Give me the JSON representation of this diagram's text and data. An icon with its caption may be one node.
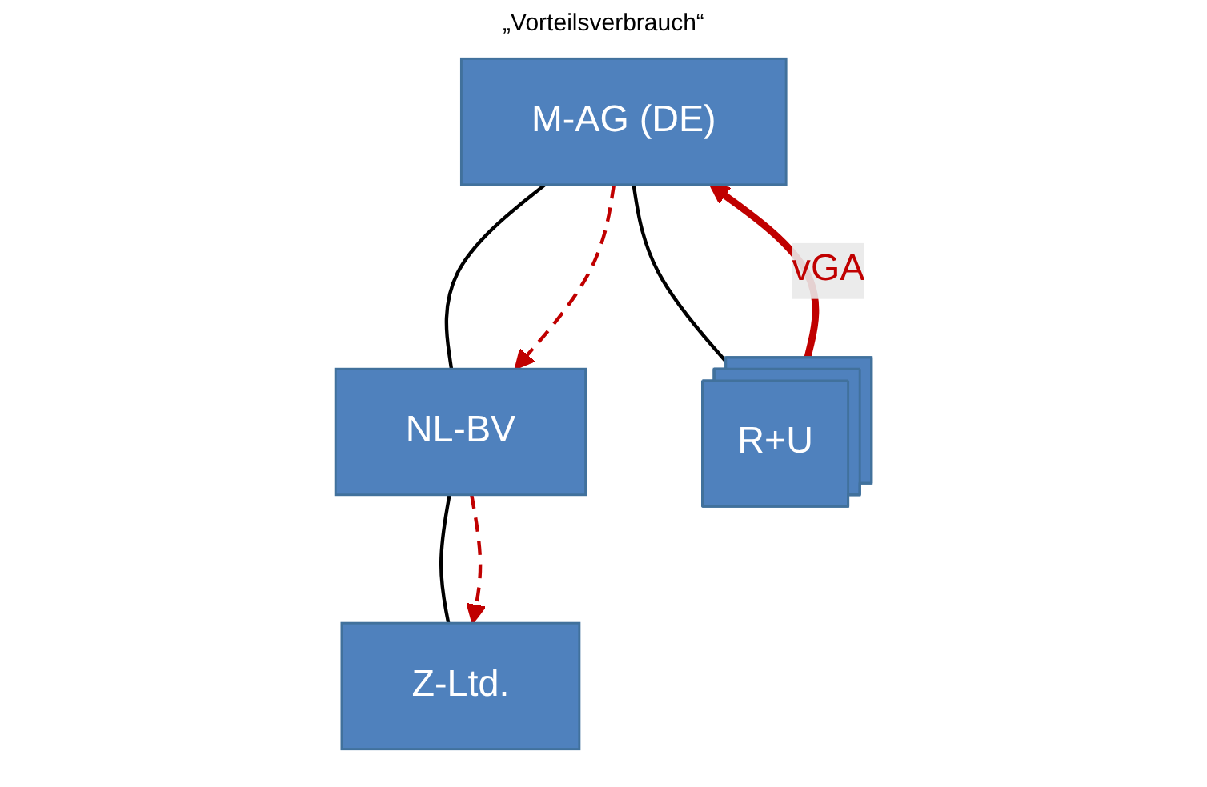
{
  "diagram": {
    "title": "„Vorteilsverbrauch“",
    "nodes": [
      {
        "text": [
          "M-AG (DE)"
        ]
      },
      {
        "text": [
          "NL-BV"
        ]
      },
      {
        "text": [
          "R+U"
        ]
      },
      {
        "text": [
          "Z-Ltd."
        ]
      }
    ],
    "edges": [
      {
        "from": 0,
        "to": 1,
        "arrow": "none"
      },
      {
        "from": 0,
        "to": 2,
        "arrow": "none"
      },
      {
        "from": 1,
        "to": 3,
        "arrow": "none"
      },
      {
        "from": 0,
        "to": 1,
        "arrow": "to",
        "style": "dashed",
        "color": "#c00000"
      },
      {
        "from": 2,
        "to": 0,
        "arrow": "to",
        "label": "vGA",
        "color": "#c00000",
        "style": "thick"
      },
      {
        "from": 1,
        "to": 3,
        "arrow": "to",
        "style": "dashed",
        "color": "#c00000"
      }
    ]
  }
}
